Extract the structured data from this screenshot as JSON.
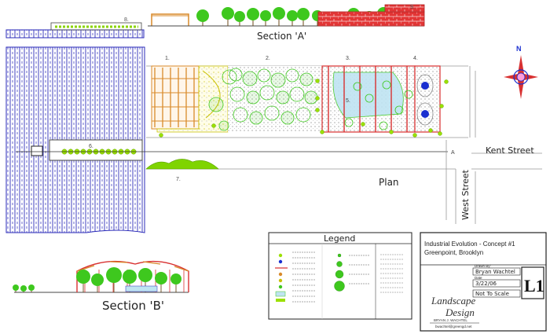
{
  "labels": {
    "section_a": "Section 'A'",
    "section_b": "Section 'B'",
    "kent_street": "Kent Street",
    "west_street": "West Street",
    "plan": "Plan",
    "north": "N",
    "markers": [
      "1.",
      "2.",
      "3.",
      "4.",
      "5.",
      "6.",
      "7.",
      "8.",
      "9."
    ],
    "a_mark": "A"
  },
  "legend": {
    "title": "Legend"
  },
  "title_block": {
    "project": "Industrial Evolution - Concept #1",
    "location": "Greenpoint, Brooklyn",
    "drawn_by_label": "Drawn By:",
    "drawn_by": "Bryan Wachtel",
    "date_label": "Date",
    "date": "3/22/06",
    "scale": "Not To Scale",
    "sheet": "L1",
    "firm_line1": "Landscape",
    "firm_line2": "Design",
    "firm_name": "BRYAN J. WACHTEL",
    "firm_email": "bwachtel@greengd.net"
  },
  "colors": {
    "ink_blue": "#2a2ab8",
    "tree_green": "#3ec81e",
    "lime": "#9be000",
    "brick_red": "#d83030",
    "wood": "#d88a2a",
    "water": "#bfe4f2",
    "gray_line": "#999999"
  }
}
